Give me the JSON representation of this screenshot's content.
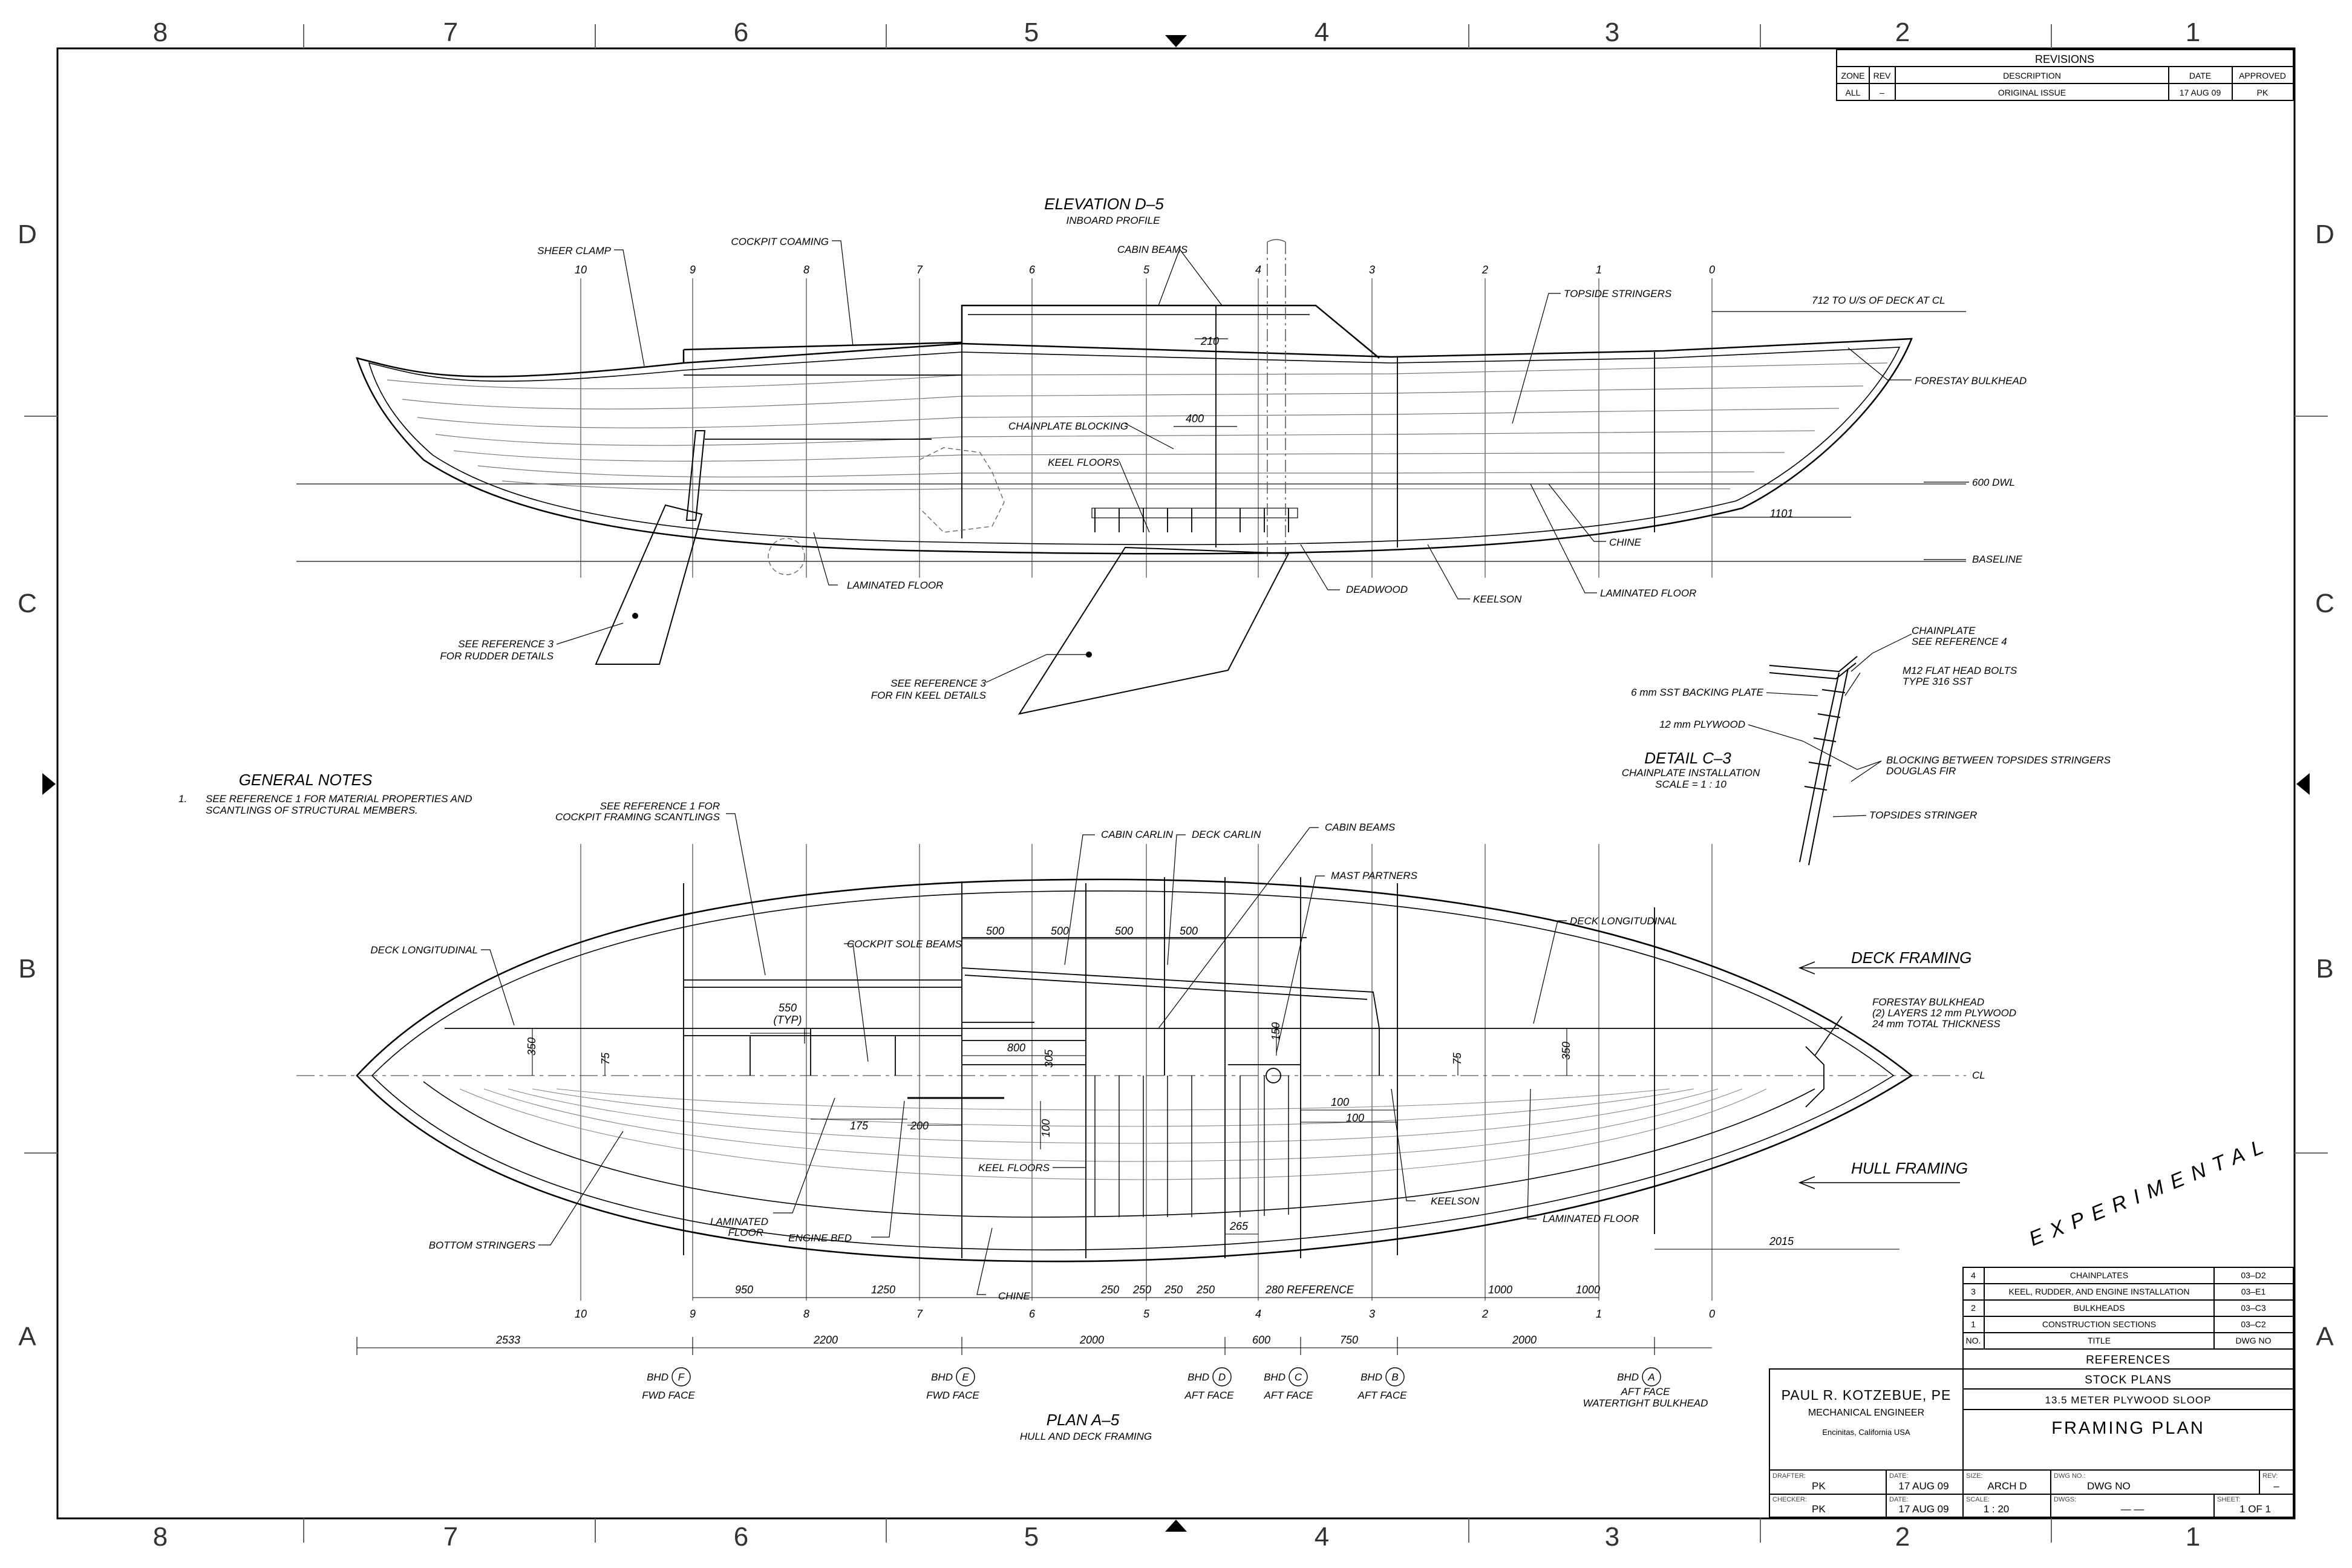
{
  "zones": {
    "columns": [
      "8",
      "7",
      "6",
      "5",
      "4",
      "3",
      "2",
      "1"
    ],
    "rows": [
      "D",
      "C",
      "B",
      "A"
    ]
  },
  "revisions": {
    "title": "REVISIONS",
    "headers": [
      "ZONE",
      "REV",
      "DESCRIPTION",
      "DATE",
      "APPROVED"
    ],
    "rows": [
      [
        "ALL",
        "–",
        "ORIGINAL ISSUE",
        "17 AUG 09",
        "PK"
      ]
    ]
  },
  "elevation": {
    "title": "ELEVATION D–5",
    "subtitle": "INBOARD PROFILE",
    "stations": [
      "10",
      "9",
      "8",
      "7",
      "6",
      "5",
      "4",
      "3",
      "2",
      "1",
      "0"
    ],
    "labels": {
      "sheer_clamp": "SHEER CLAMP",
      "cockpit_coaming": "COCKPIT COAMING",
      "cabin_beams": "CABIN BEAMS",
      "topside_stringers": "TOPSIDE STRINGERS",
      "deck_note": "712 TO U/S OF DECK AT CL",
      "forestay_bulkhead": "FORESTAY BULKHEAD",
      "chainplate_blocking": "CHAINPLATE BLOCKING",
      "keel_floors": "KEEL FLOORS",
      "dwl": "600 DWL",
      "baseline": "BASELINE",
      "chine": "CHINE",
      "laminated_floor_aft": "LAMINATED FLOOR",
      "laminated_floor_fwd": "LAMINATED FLOOR",
      "deadwood": "DEADWOOD",
      "keelson": "KEELSON",
      "rudder_ref_1": "SEE REFERENCE 3",
      "rudder_ref_2": "FOR RUDDER DETAILS",
      "keel_ref_1": "SEE REFERENCE 3",
      "keel_ref_2": "FOR FIN KEEL DETAILS"
    },
    "dims": {
      "d210": "210",
      "d400": "400",
      "d1101": "1101"
    }
  },
  "detail": {
    "title": "DETAIL C–3",
    "subtitle1": "CHAINPLATE INSTALLATION",
    "subtitle2": "SCALE = 1 : 10",
    "labels": {
      "chainplate_1": "CHAINPLATE",
      "chainplate_2": "SEE REFERENCE 4",
      "bolts_1": "M12 FLAT HEAD BOLTS",
      "bolts_2": "TYPE 316 SST",
      "backing": "6 mm SST BACKING PLATE",
      "plywood": "12 mm PLYWOOD",
      "blocking_1": "BLOCKING BETWEEN TOPSIDES STRINGERS",
      "blocking_2": "DOUGLAS FIR",
      "stringer": "TOPSIDES STRINGER"
    }
  },
  "notes": {
    "title": "GENERAL NOTES",
    "num": "1.",
    "line1": "SEE REFERENCE 1 FOR MATERIAL PROPERTIES AND",
    "line2": "SCANTLINGS OF STRUCTURAL MEMBERS."
  },
  "plan": {
    "title": "PLAN A–5",
    "subtitle": "HULL AND DECK FRAMING",
    "stations": [
      "10",
      "9",
      "8",
      "7",
      "6",
      "5",
      "4",
      "3",
      "2",
      "1",
      "0"
    ],
    "labels": {
      "ref1_1": "SEE REFERENCE 1 FOR",
      "ref1_2": "COCKPIT FRAMING SCANTLINGS",
      "cabin_carlin": "CABIN CARLIN",
      "deck_carlin": "DECK CARLIN",
      "cabin_beams": "CABIN BEAMS",
      "mast_partners": "MAST PARTNERS",
      "deck_long_aft": "DECK LONGITUDINAL",
      "deck_long_fwd": "DECK LONGITUDINAL",
      "cockpit_sole": "COCKPIT SOLE BEAMS",
      "deck_framing": "DECK FRAMING",
      "hull_framing": "HULL FRAMING",
      "forestay_1": "FORESTAY BULKHEAD",
      "forestay_2": "(2) LAYERS 12 mm PLYWOOD",
      "forestay_3": "24 mm TOTAL THICKNESS",
      "cl": "CL",
      "keel_floors": "KEEL FLOORS",
      "keelson": "KEELSON",
      "laminated_floor": "LAMINATED FLOOR",
      "laminated_floor_a": "LAMINATED",
      "laminated_floor_b": "FLOOR",
      "engine_bed": "ENGINE BED",
      "bottom_stringers": "BOTTOM STRINGERS",
      "chine": "CHINE",
      "experimental": "EXPERIMENTAL",
      "typ": "(TYP)"
    },
    "dims": {
      "d500a": "500",
      "d500b": "500",
      "d500c": "500",
      "d500d": "500",
      "d550": "550",
      "d350a": "350",
      "d75a": "75",
      "d800": "800",
      "d305": "305",
      "d150": "150",
      "d75b": "75",
      "d350b": "350",
      "d175": "175",
      "d200": "200",
      "d100a": "100",
      "d100b": "100",
      "d100c": "100",
      "d265": "265",
      "d2015": "2015",
      "d950": "950",
      "d1250": "1250",
      "d250a": "250",
      "d250b": "250",
      "d250c": "250",
      "d250d": "250",
      "d280ref": "280 REFERENCE",
      "d1000a": "1000",
      "d1000b": "1000",
      "d2533": "2533",
      "d2200": "2200",
      "d2000a": "2000",
      "d600": "600",
      "d750": "750",
      "d2000b": "2000"
    },
    "bulkheads": [
      {
        "tag": "BHD",
        "letter": "F",
        "note1": "FWD FACE",
        "note2": ""
      },
      {
        "tag": "BHD",
        "letter": "E",
        "note1": "FWD FACE",
        "note2": ""
      },
      {
        "tag": "BHD",
        "letter": "D",
        "note1": "AFT FACE",
        "note2": ""
      },
      {
        "tag": "BHD",
        "letter": "C",
        "note1": "AFT FACE",
        "note2": ""
      },
      {
        "tag": "BHD",
        "letter": "B",
        "note1": "AFT FACE",
        "note2": ""
      },
      {
        "tag": "BHD",
        "letter": "A",
        "note1": "AFT FACE",
        "note2": "WATERTIGHT BULKHEAD"
      }
    ]
  },
  "references": {
    "rows": [
      [
        "4",
        "CHAINPLATES",
        "03–D2"
      ],
      [
        "3",
        "KEEL, RUDDER, AND ENGINE INSTALLATION",
        "03–E1"
      ],
      [
        "2",
        "BULKHEADS",
        "03–C3"
      ],
      [
        "1",
        "CONSTRUCTION SECTIONS",
        "03–C2"
      ]
    ],
    "header": [
      "NO.",
      "TITLE",
      "DWG NO"
    ],
    "title": "REFERENCES"
  },
  "title_block": {
    "engineer": "PAUL R. KOTZEBUE, PE",
    "role": "MECHANICAL ENGINEER",
    "location": "Encinitas, California USA",
    "project": "STOCK PLANS",
    "boat": "13.5 METER PLYWOOD SLOOP",
    "drawing_title": "FRAMING PLAN",
    "drafter_label": "DRAFTER:",
    "drafter": "PK",
    "checker_label": "CHECKER:",
    "checker": "PK",
    "date_label": "DATE:",
    "date1": "17 AUG 09",
    "date2": "17 AUG 09",
    "size_label": "SIZE:",
    "size": "ARCH D",
    "scale_label": "SCALE:",
    "scale": "1 : 20",
    "dwgno_label": "DWG NO.:",
    "dwgno": "DWG NO",
    "dwgs_label": "DWGS:",
    "dwgs": "— —",
    "rev_label": "REV:",
    "rev": "–",
    "sheet_label": "SHEET:",
    "sheet": "1 OF 1"
  }
}
